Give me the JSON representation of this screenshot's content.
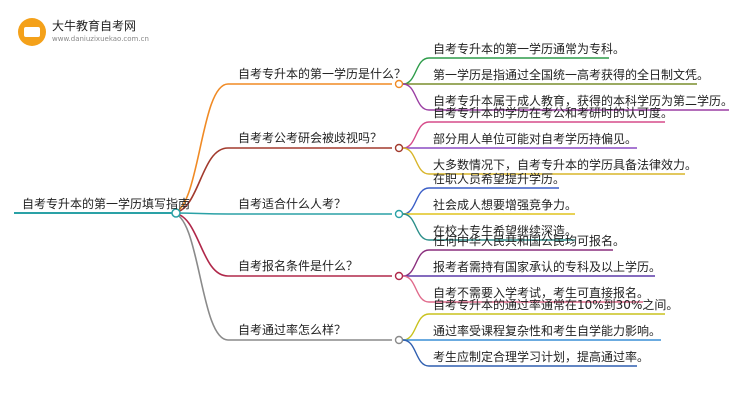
{
  "logo": {
    "title": "大牛教育自考网",
    "url": "www.daniuzixuekao.com.cn"
  },
  "root": {
    "label": "自考专升本的第一学历填写指南"
  },
  "branches": [
    {
      "label": "自考专升本的第一学历是什么？",
      "color": "#f08a24",
      "children": [
        {
          "label": "自考专升本的第一学历通常为专科。",
          "color": "#2e9c4a"
        },
        {
          "label": "第一学历是指通过全国统一高考获得的全日制文凭。",
          "color": "#7a8e2d"
        },
        {
          "label": "自考专升本属于成人教育，获得的本科学历为第二学历。",
          "color": "#9b3fa3"
        }
      ]
    },
    {
      "label": "自考考公考研会被歧视吗？",
      "color": "#a23a2d",
      "children": [
        {
          "label": "自考专升本的学历在考公和考研时的认可度。",
          "color": "#d64b8a"
        },
        {
          "label": "部分用人单位可能对自考学历持偏见。",
          "color": "#8c4bc4"
        },
        {
          "label": "大多数情况下，自考专升本的学历具备法律效力。",
          "color": "#d8b52a"
        }
      ]
    },
    {
      "label": "自考适合什么人考？",
      "color": "#2aa1a6",
      "children": [
        {
          "label": "在职人员希望提升学历。",
          "color": "#3b5fc7"
        },
        {
          "label": "社会成人想要增强竞争力。",
          "color": "#e0c41f"
        },
        {
          "label": "在校大专生希望继续深造。",
          "color": "#2c8f8a"
        }
      ]
    },
    {
      "label": "自考报名条件是什么？",
      "color": "#b0284a",
      "children": [
        {
          "label": "任何中华人民共和国公民均可报名。",
          "color": "#8a2f7d"
        },
        {
          "label": "报考者需持有国家承认的专科及以上学历。",
          "color": "#5b3aa8"
        },
        {
          "label": "自考不需要入学考试，考生可直接报名。",
          "color": "#e06b8c"
        }
      ]
    },
    {
      "label": "自考通过率怎么样？",
      "color": "#8a8a8a",
      "children": [
        {
          "label": "自考专升本的通过率通常在10%到30%之间。",
          "color": "#c9c21e"
        },
        {
          "label": "通过率受课程复杂性和考生自学能力影响。",
          "color": "#3a8fd6"
        },
        {
          "label": "考生应制定合理学习计划，提高通过率。",
          "color": "#2f5fb0"
        }
      ]
    }
  ]
}
